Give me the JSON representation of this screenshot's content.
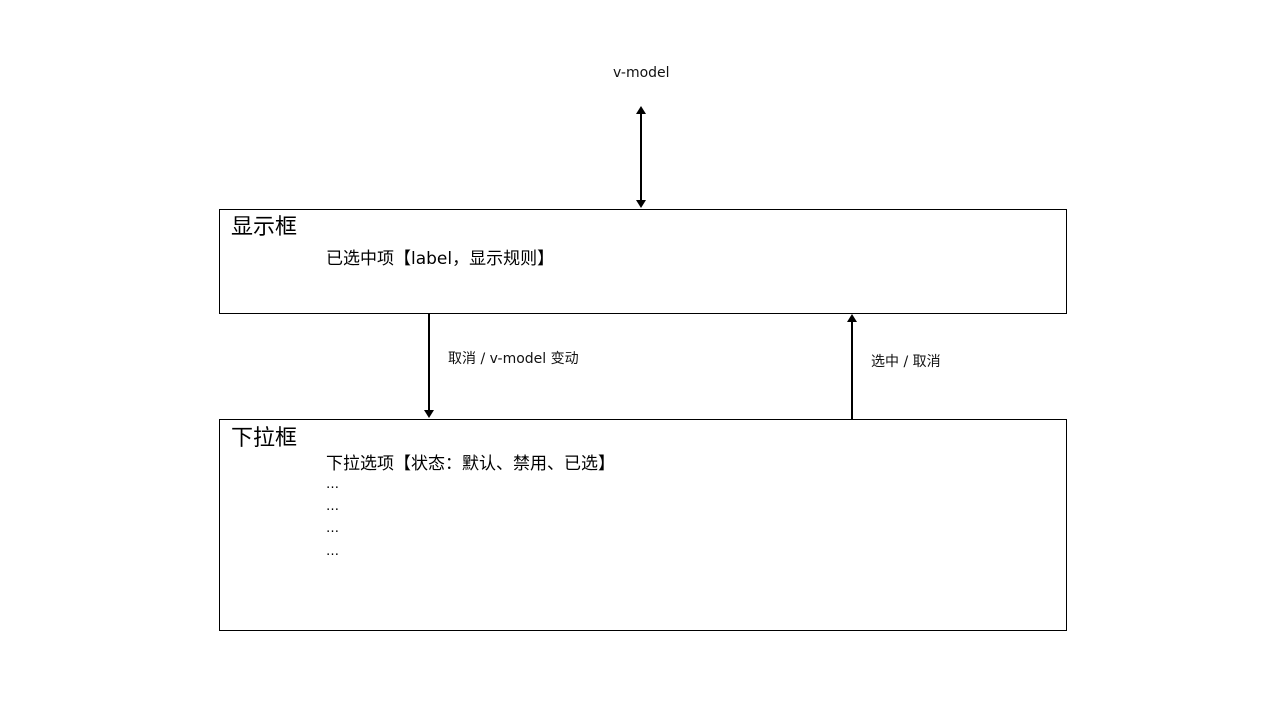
{
  "diagram": {
    "top_label": "v-model",
    "display_box": {
      "title": "显示框",
      "content": "已选中项【label，显示规则】"
    },
    "dropdown_box": {
      "title": "下拉框",
      "content": "下拉选项【状态：默认、禁用、已选】",
      "more_items": [
        "…",
        "…",
        "…",
        "…"
      ]
    },
    "edges": {
      "vmodel_to_display": {
        "label": "v-model",
        "direction": "bidirectional"
      },
      "display_to_dropdown": {
        "label": "取消 / v-model 变动",
        "direction": "down"
      },
      "dropdown_to_display": {
        "label": "选中 / 取消",
        "direction": "up"
      }
    },
    "colors": {
      "stroke": "#000000",
      "background": "#ffffff",
      "text": "#000000"
    }
  }
}
